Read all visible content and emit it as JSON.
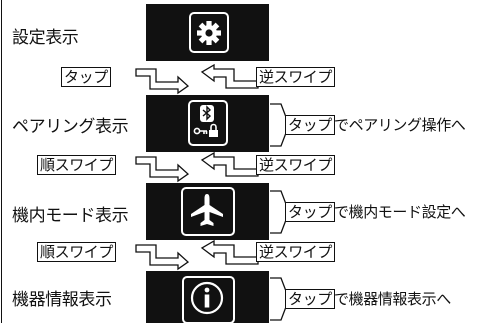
{
  "screens": [
    {
      "label": "設定表示",
      "icon": "gear-icon"
    },
    {
      "label": "ペアリング表示",
      "icon": "bluetooth-key-icon"
    },
    {
      "label": "機内モード表示",
      "icon": "airplane-icon"
    },
    {
      "label": "機器情報表示",
      "icon": "info-icon"
    }
  ],
  "transitions": [
    {
      "forward": "タップ",
      "reverse": "逆スワイプ"
    },
    {
      "forward": "順スワイプ",
      "reverse": "逆スワイプ"
    },
    {
      "forward": "順スワイプ",
      "reverse": "逆スワイプ"
    }
  ],
  "tap_actions": [
    {
      "box": "タップ",
      "text": "でペアリング操作へ"
    },
    {
      "box": "タップ",
      "text": "で機内モード設定へ"
    },
    {
      "box": "タップ",
      "text": "で機器情報表示へ"
    }
  ],
  "colors": {
    "panel": "#111111",
    "icon": "#ffffff",
    "line": "#111111"
  }
}
